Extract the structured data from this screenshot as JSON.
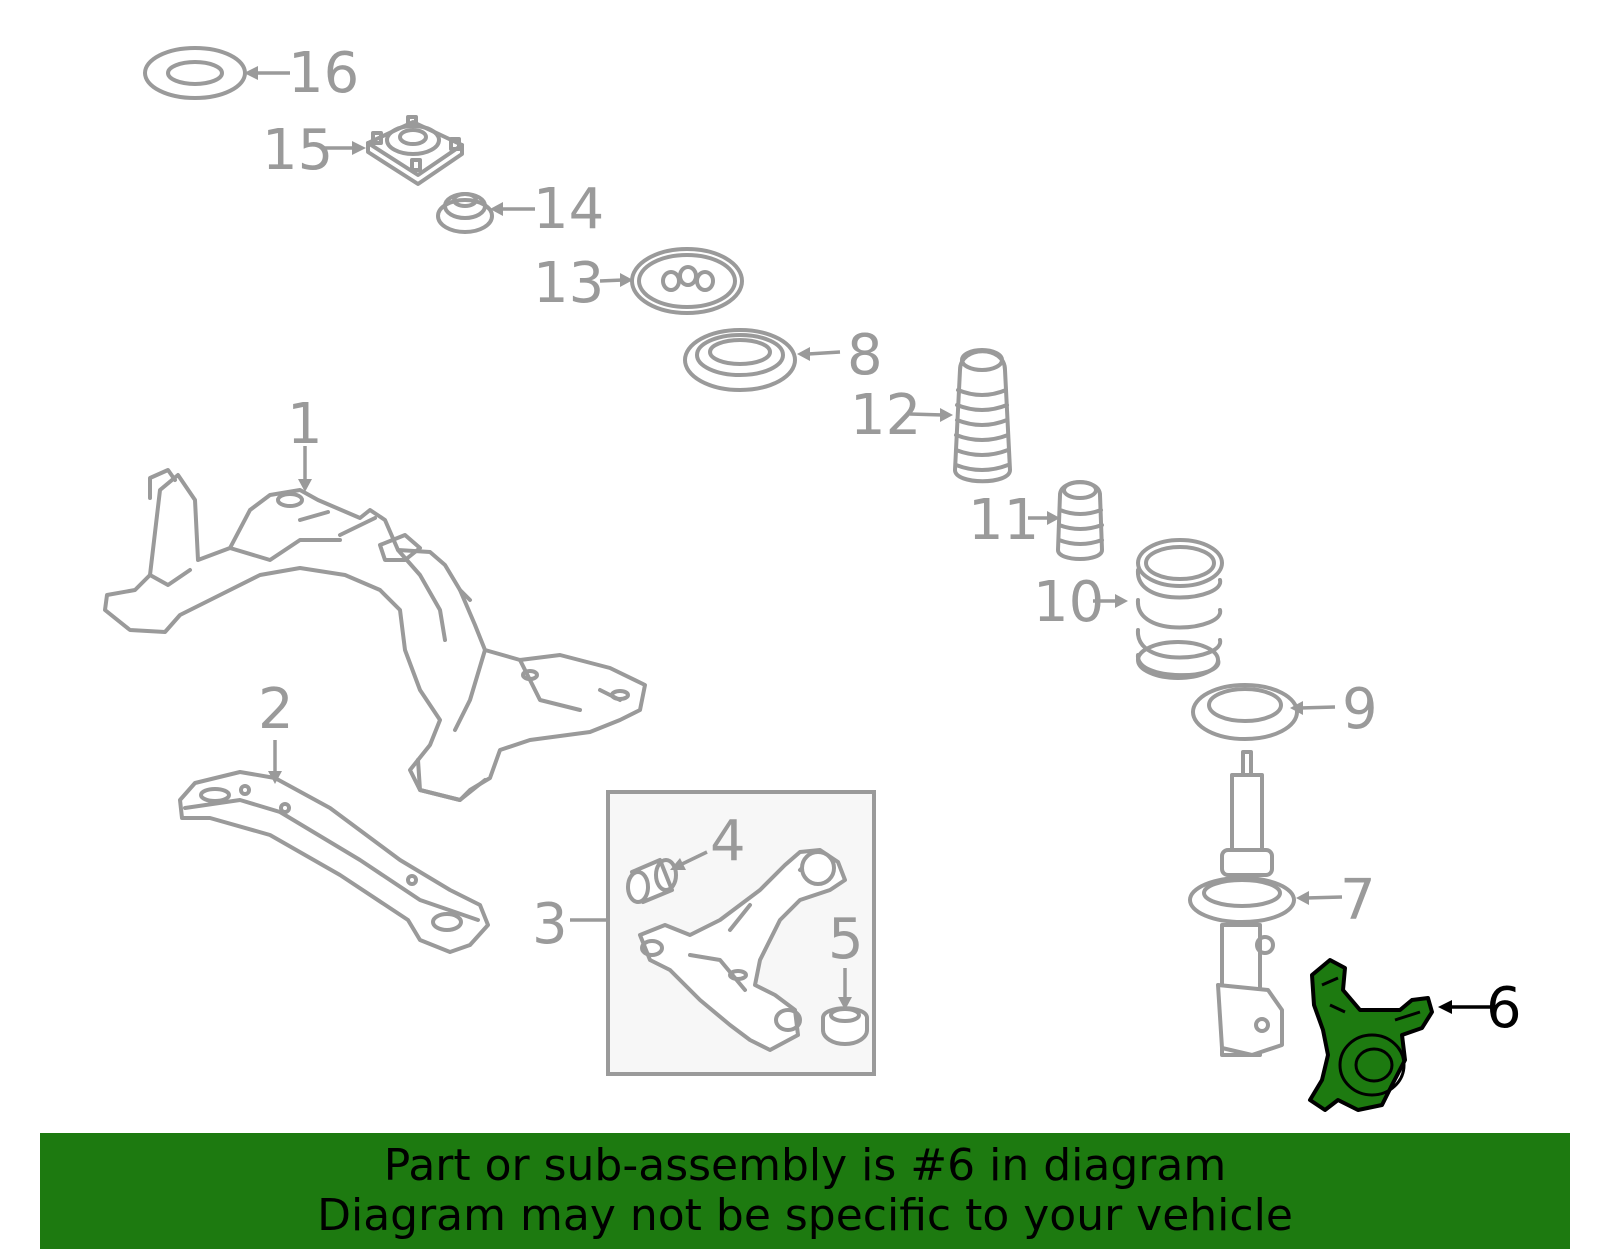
{
  "callouts": {
    "c1": "1",
    "c2": "2",
    "c3": "3",
    "c4": "4",
    "c5": "5",
    "c6": "6",
    "c7": "7",
    "c8": "8",
    "c9": "9",
    "c10": "10",
    "c11": "11",
    "c12": "12",
    "c13": "13",
    "c14": "14",
    "c15": "15",
    "c16": "16"
  },
  "banner": {
    "line1": "Part or sub-assembly is #6 in diagram",
    "line2": "Diagram may not be specific to your vehicle"
  },
  "colors": {
    "highlight_part": "#1d7a10",
    "banner_bg": "#1d7a10",
    "line_art": "#9a9a9a"
  }
}
